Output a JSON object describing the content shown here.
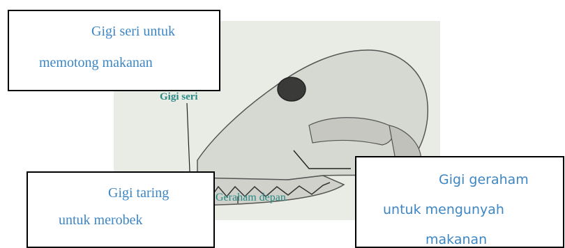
{
  "image_labels": {
    "gigi_seri": "Gigi seri",
    "geraham_depan": "Geraham depan"
  },
  "callouts": {
    "gigi_seri": {
      "line1": "Gigi seri untuk",
      "line2": "memotong makanan"
    },
    "gigi_taring": {
      "line1": "Gigi taring",
      "line2": "untuk merobek",
      "line3": "..."
    },
    "gigi_geraham": {
      "line1": "Gigi geraham",
      "line2": "untuk mengunyah",
      "line3": "makanan"
    }
  },
  "colors": {
    "callout_text": "#3d86c4",
    "photo_label": "#2a8a86",
    "callout_border": "#000000"
  }
}
